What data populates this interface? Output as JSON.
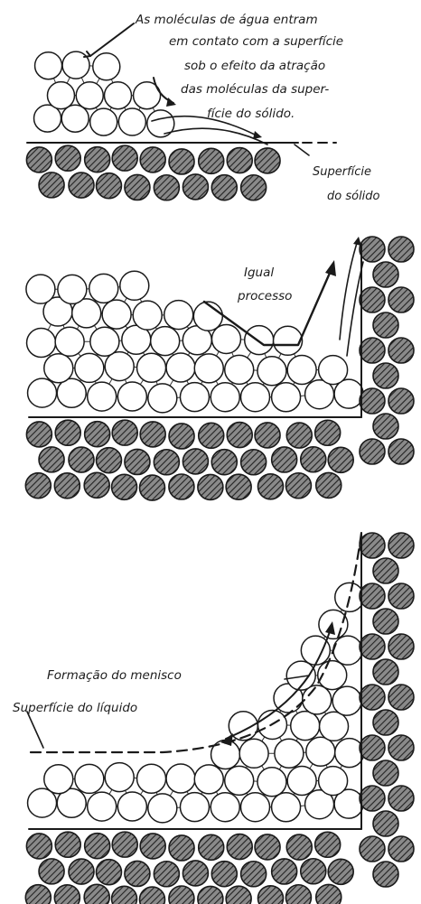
{
  "labels": {
    "top_note_1": "As moléculas de água entram",
    "top_note_2": "em contato com a superfície",
    "top_note_3": "sob o efeito da atração",
    "top_note_4": "das moléculas da super-",
    "top_note_5": "fície do sólido.",
    "solid_surface_1": "Superfície",
    "solid_surface_2": "do sólido",
    "same_process_1": "Igual",
    "same_process_2": "processo",
    "meniscus": "Formação do menisco",
    "liquid_surface": "Superfície do líquido"
  },
  "legend": {
    "water_molecule": "open-circle",
    "solid_molecule": "hatched-circle",
    "ink_color": "#1a1a1a",
    "paper_color": "#ffffff"
  }
}
